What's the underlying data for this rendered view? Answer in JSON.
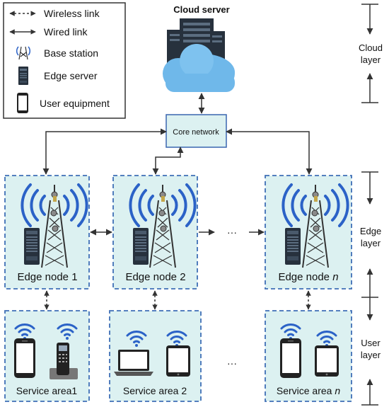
{
  "legend": {
    "wireless": "Wireless link",
    "wired": "Wired link",
    "base_station": "Base station",
    "edge_server": "Edge server",
    "user_equipment": "User equipment"
  },
  "cloud": {
    "title": "Cloud server"
  },
  "core": {
    "label": "Core network"
  },
  "layers": {
    "cloud": [
      "Cloud",
      "layer"
    ],
    "edge": [
      "Edge",
      "layer"
    ],
    "user": [
      "User",
      "layer"
    ]
  },
  "edge_nodes": [
    {
      "label": "Edge node 1"
    },
    {
      "label": "Edge node 2"
    },
    {
      "label": "Edge node ",
      "italic": "n"
    }
  ],
  "service_areas": [
    {
      "label": "Service area1"
    },
    {
      "label": "Service area 2"
    },
    {
      "label": "Service area ",
      "italic": "n"
    }
  ],
  "ellipsis": "···",
  "colors": {
    "node_fill": "#dcf1f1",
    "dashed_border": "#3f6fb6",
    "core_border": "#3a66b0",
    "wifi_blue": "#2b62c7",
    "server_dark": "#27313d",
    "cloud_blue": "#6fb8ea",
    "arrow": "#333333"
  }
}
